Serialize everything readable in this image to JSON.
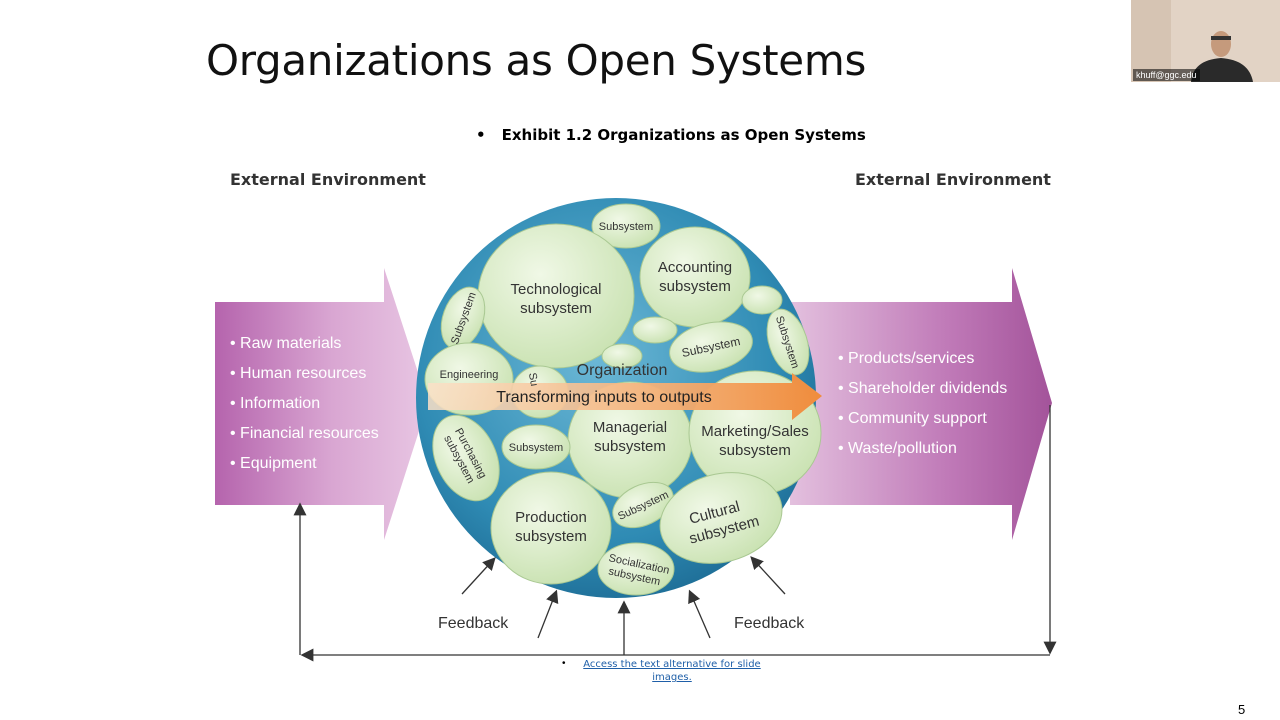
{
  "slide": {
    "title": "Organizations as Open Systems",
    "caption": "Exhibit 1.2 Organizations as Open Systems",
    "number": "5",
    "link_text": "Access the text alternative for slide images."
  },
  "video": {
    "participant": "khuff@ggc.edu"
  },
  "diagram": {
    "left_heading": "External Environment",
    "right_heading": "External Environment",
    "inputs": [
      "Raw materials",
      "Human resources",
      "Information",
      "Financial resources",
      "Equipment"
    ],
    "outputs": [
      "Products/services",
      "Shareholder dividends",
      "Community support",
      "Waste/pollution"
    ],
    "organization_label": "Organization",
    "transform_label": "Transforming inputs to outputs",
    "feedback_left": "Feedback",
    "feedback_right": "Feedback",
    "subsystems": {
      "top": "Subsystem",
      "technological": [
        "Technological",
        "subsystem"
      ],
      "accounting": [
        "Accounting",
        "subsystem"
      ],
      "left_vertical": "Subsystem",
      "right_vertical": "Subsystem",
      "mid_right": "Subsystem",
      "engineering": "Engineering",
      "behind_arrow": "Su",
      "managerial": [
        "Managerial",
        "subsystem"
      ],
      "marketing": [
        "Marketing/Sales",
        "subsystem"
      ],
      "purchasing": [
        "Purchasing",
        "subsystem"
      ],
      "mid_left": "Subsystem",
      "production": [
        "Production",
        "subsystem"
      ],
      "small_bottom": "Subsystem",
      "cultural": [
        "Cultural",
        "subsystem"
      ],
      "socialization": [
        "Socialization",
        "subsystem"
      ]
    },
    "colors": {
      "arrow_purple": "#b163a9",
      "sphere_blue": "#2e86b0",
      "bubble_green": "#d9ecc6",
      "transform_orange": "#f0a060"
    }
  }
}
